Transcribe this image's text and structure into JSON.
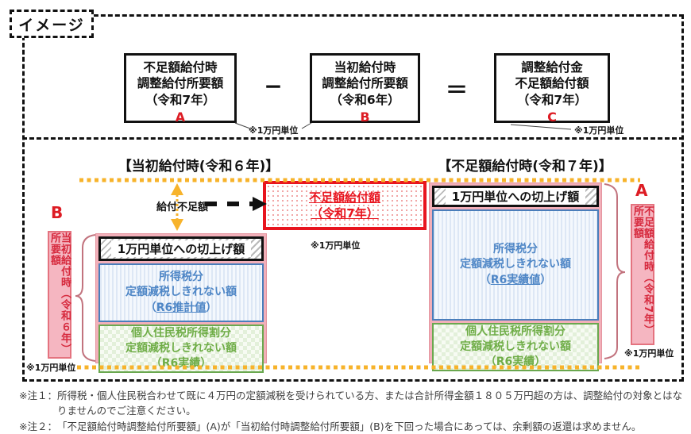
{
  "header": {
    "label": "イメージ"
  },
  "formula": {
    "minuend": {
      "line1": "不足額給付時",
      "line2": "調整給付所要額",
      "line3": "（令和7年）",
      "tag": "A"
    },
    "operator_minus": "−",
    "subtrahend": {
      "line1": "当初給付時",
      "line2": "調整給付所要額",
      "line3": "（令和6年）",
      "tag": "B"
    },
    "operator_equals": "＝",
    "result": {
      "line1": "調整給付金",
      "line2": "不足額給付額",
      "line3": "（令和7年）",
      "tag": "C"
    },
    "unit_note_left": "※1万円単位",
    "unit_note_right": "※1万円単位"
  },
  "diagram": {
    "left_section_title": "【当初給付時(令和６年)】",
    "right_section_title": "【不足額給付時(令和７年)】",
    "shortfall_arrow_label": "給付不足額",
    "shortfall_box": {
      "line1": "不足額給付額",
      "line2": "（令和7年）",
      "unit_note": "※1万円単位"
    },
    "left_bar": {
      "tag": "B",
      "side_label": "当初給付時（令和６年）所要額",
      "unit_note": "※1万円単位",
      "rounding_segment": "1万円単位への切上げ額",
      "income_tax_segment": {
        "line1": "所得税分",
        "line2": "定額減税しきれない額",
        "paren_open": "（",
        "value": "R6推計値",
        "paren_close": "）"
      },
      "resident_tax_segment": {
        "line1": "個人住民税所得割分",
        "line2": "定額減税しきれない額",
        "line3": "（R6実績）"
      }
    },
    "right_bar": {
      "tag": "A",
      "side_label": "不足額給付時（令和7年）所要額",
      "unit_note": "※1万円単位",
      "rounding_segment": "1万円単位への切上げ額",
      "income_tax_segment": {
        "line1": "所得税分",
        "line2": "定額減税しきれない額",
        "paren_open": "（",
        "value": "R6実績値",
        "paren_close": "）"
      },
      "resident_tax_segment": {
        "line1": "個人住民税所得割分",
        "line2": "定額減税しきれない額",
        "line3": "（R6実績）"
      }
    }
  },
  "notes": {
    "note1_label": "※注１：",
    "note1_text": "所得税・個人住民税合わせて既に４万円の定額減税を受けられている方、または合計所得金額１８０５万円超の方は、調整給付の対象とはなりませんのでご注意ください。",
    "note2_label": "※注２：",
    "note2_text": "「不足額給付時調整給付所要額」(A)が「当初給付時調整給付所要額」(B)を下回った場合にあっては、余剰額の返還は求めません。"
  },
  "colors": {
    "orange": "#f7b32b",
    "red": "#e8141e",
    "tag_red": "#dd1c24",
    "bar_outline_pink": "#f2afb9",
    "pink_box_fill": "#f5b6c1",
    "pink_box_border": "#e4737f",
    "pink_text": "#d6293d",
    "blue_border": "#4a7ebb",
    "blue_text": "#4e86c6",
    "green_border": "#6aa84f",
    "green_text": "#6fad47",
    "hatch_gray": "#b9b9b9",
    "brace_pink": "#c2737e",
    "black": "#111111"
  }
}
